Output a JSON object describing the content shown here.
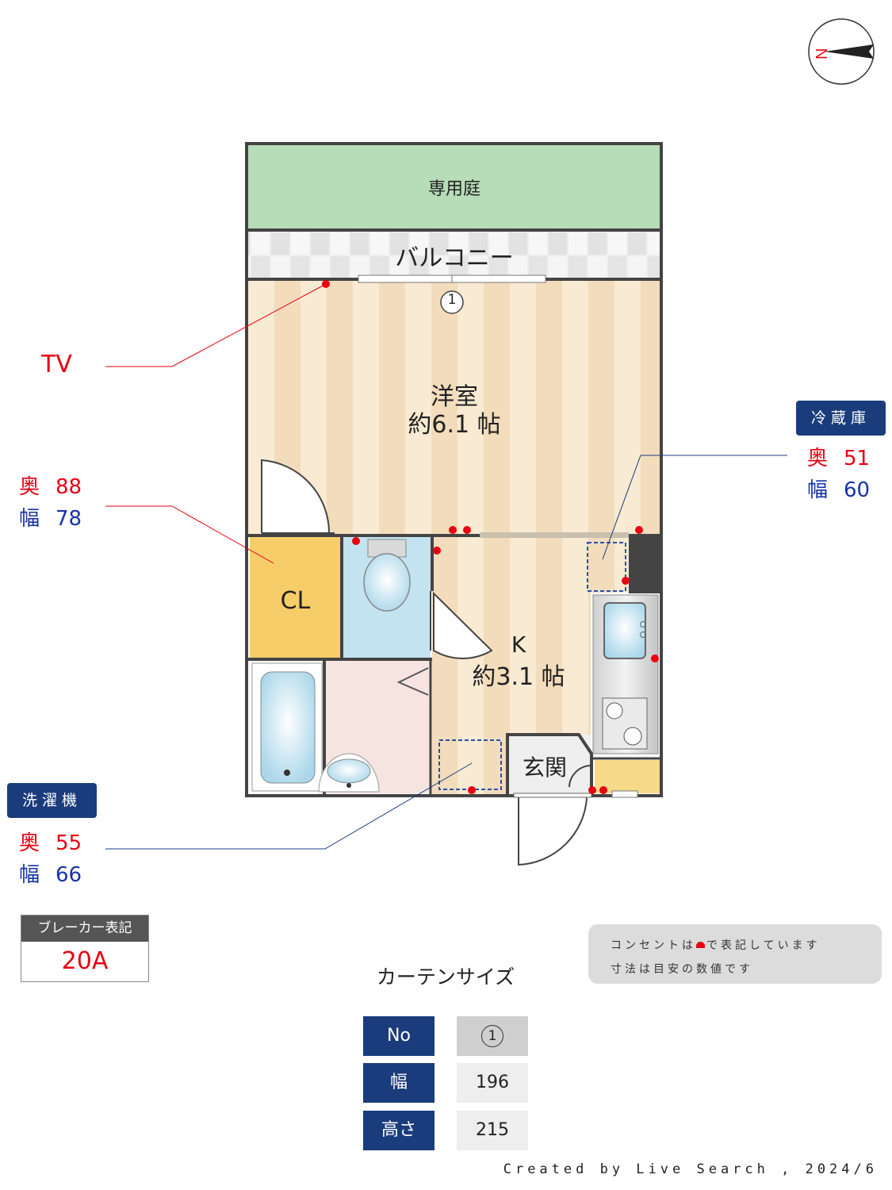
{
  "compass": {
    "letter": "N"
  },
  "rooms": {
    "garden": "専用庭",
    "balcony": "バルコニー",
    "western_name": "洋室",
    "western_size": "約6.1 帖",
    "kitchen_name": "K",
    "kitchen_size": "約3.1 帖",
    "closet": "CL",
    "entrance": "玄関",
    "window_no": "1"
  },
  "tv_label": "TV",
  "closet_dim": {
    "depth_label": "奥",
    "depth": "88",
    "width_label": "幅",
    "width": "78"
  },
  "fridge": {
    "title": "冷蔵庫",
    "depth_label": "奥",
    "depth": "51",
    "width_label": "幅",
    "width": "60"
  },
  "washer": {
    "title": "洗濯機",
    "depth_label": "奥",
    "depth": "55",
    "width_label": "幅",
    "width": "66"
  },
  "breaker": {
    "title": "ブレーカー表記",
    "value": "20A"
  },
  "legend": {
    "line1_a": "コンセントは",
    "line1_b": "で表記しています",
    "line2": "寸法は目安の数値です"
  },
  "curtain": {
    "title": "カーテンサイズ",
    "rows": [
      {
        "key": "No",
        "value": "1"
      },
      {
        "key": "幅",
        "value": "196"
      },
      {
        "key": "高さ",
        "value": "215"
      }
    ]
  },
  "credit": "Created by Live Search , 2024/6",
  "colors": {
    "navy": "#1a3c7c",
    "red": "#e60012",
    "blue": "#1533a8",
    "garden": "#b7dcb8",
    "floor": "#f6e3c8",
    "closet": "#f7cd6a",
    "toilet": "#c3e3f1"
  }
}
